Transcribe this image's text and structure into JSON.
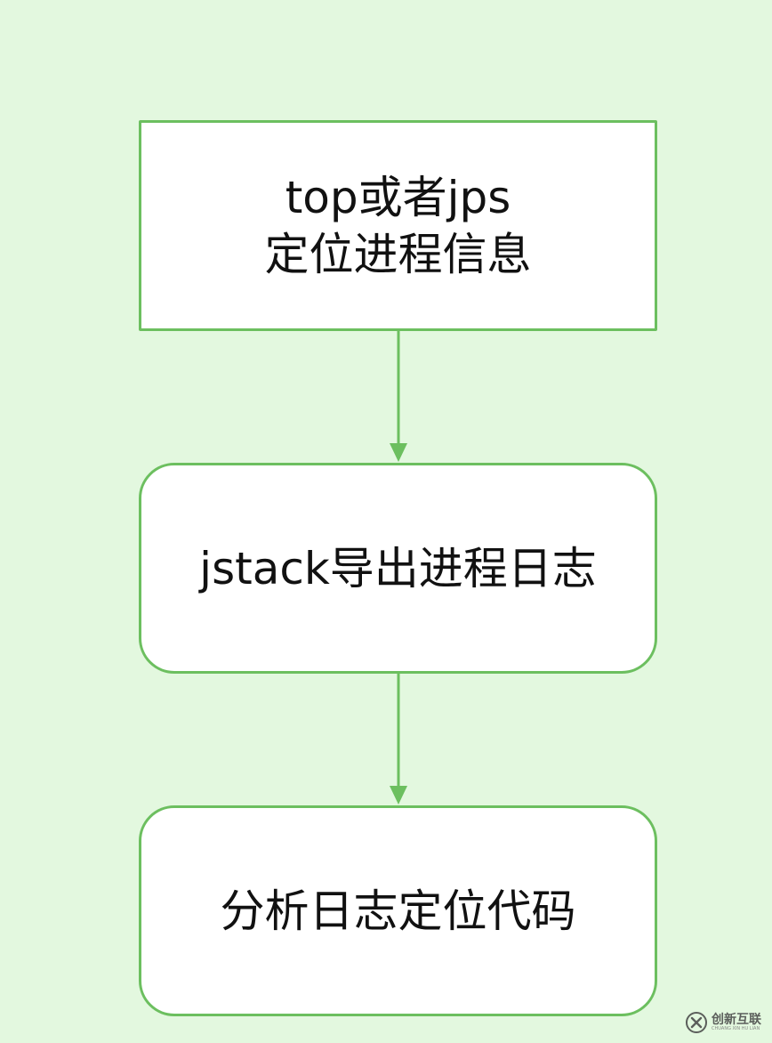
{
  "diagram": {
    "type": "flowchart",
    "nodes": [
      {
        "id": "node1",
        "shape": "rectangle",
        "line1": "top或者jps",
        "line2": "定位进程信息"
      },
      {
        "id": "node2",
        "shape": "rounded-rectangle",
        "line1": "jstack导出进程日志"
      },
      {
        "id": "node3",
        "shape": "rounded-rectangle",
        "line1": "分析日志定位代码"
      }
    ],
    "edges": [
      {
        "from": "node1",
        "to": "node2"
      },
      {
        "from": "node2",
        "to": "node3"
      }
    ]
  },
  "colors": {
    "background": "#e3f8df",
    "node_fill": "#ffffff",
    "node_border": "#6cbf5f",
    "arrow": "#6cbf5f",
    "text": "#111111"
  },
  "watermark": {
    "text": "创新互联",
    "subtext": "CHUANG XIN HU LIAN",
    "icon": "logo-x-icon"
  }
}
